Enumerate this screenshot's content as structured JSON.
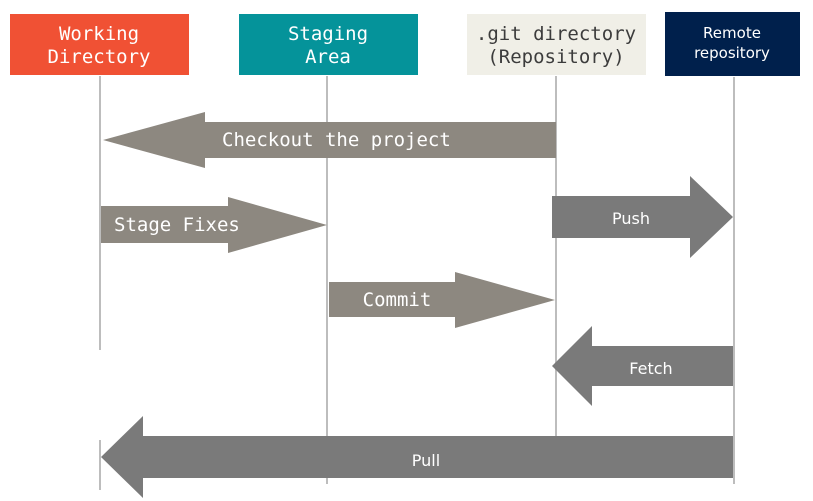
{
  "headers": {
    "working": {
      "line1": "Working",
      "line2": "Directory",
      "fill": "#F05134",
      "text_color": "#FFFFFF"
    },
    "staging": {
      "line1": "Staging",
      "line2": "Area",
      "fill": "#05939A",
      "text_color": "#FFFFFF"
    },
    "repo": {
      "line1": ".git directory",
      "line2": "(Repository)",
      "fill": "#F0EFE7",
      "text_color": "#3C3C3C"
    },
    "remote": {
      "line1": "Remote",
      "line2": "repository",
      "fill": "#00204C",
      "text_color": "#FFFFFF"
    }
  },
  "arrows": {
    "checkout": {
      "label": "Checkout the project",
      "direction": "left",
      "from": "repo",
      "to": "working",
      "fill": "#8D8880"
    },
    "stage": {
      "label": "Stage Fixes",
      "direction": "right",
      "from": "working",
      "to": "staging",
      "fill": "#8D8880"
    },
    "commit": {
      "label": "Commit",
      "direction": "right",
      "from": "staging",
      "to": "repo",
      "fill": "#8D8880"
    },
    "push": {
      "label": "Push",
      "direction": "right",
      "from": "repo",
      "to": "remote",
      "fill": "#7A7A7A"
    },
    "fetch": {
      "label": "Fetch",
      "direction": "left",
      "from": "remote",
      "to": "repo",
      "fill": "#7A7A7A"
    },
    "pull": {
      "label": "Pull",
      "direction": "left",
      "from": "remote",
      "to": "working",
      "fill": "#7A7A7A"
    }
  },
  "colors": {
    "lifeline": "#BDBDBD",
    "arrow_text": "#FFFFFF"
  }
}
